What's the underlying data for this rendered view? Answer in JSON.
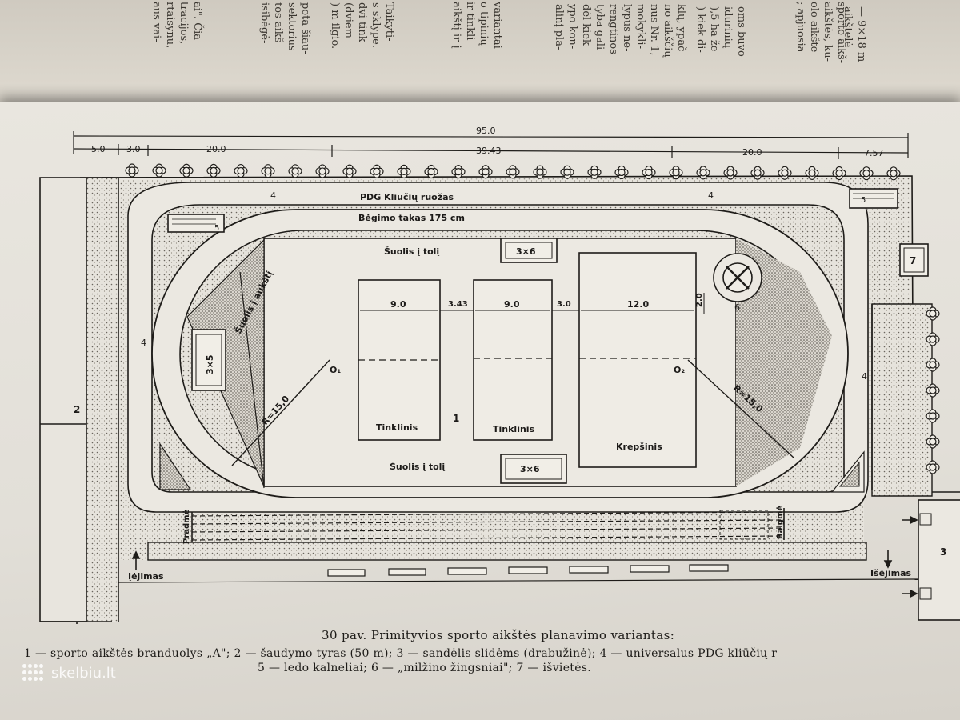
{
  "upper_page": {
    "columns": [
      {
        "text": "— 9×18 m\naikštelė"
      },
      {
        "text": "sporto aikš-\naikštės, ku-\nolo aikšte-\n; apjuosia"
      },
      {
        "text": "oms buvo\nidurinių\n),5 ha že-\n) kiek di-"
      },
      {
        "text": "klų, ypač\nno aikščių\nnus Nr. 1,\nmokykli-\nlypus ne-\nrengtinos\ntyba gali\ndėl kiek-\nypo kon-\nalinį pla-"
      },
      {
        "text": "variantai\no tipinių\nir tinkli-\naikštį ir į"
      },
      {
        "text": "Taikyti-\ns sklype.\ndvi tink-\n(dviem\n) m ilgio."
      },
      {
        "text": "pota šiau-\nsektorius\ntos aikš-\nisibėgė-"
      },
      {
        "text": "ai\". Čia\ntracijos,\nrtaisynu,\naus vai-"
      }
    ]
  },
  "plan": {
    "dimensions": {
      "total": "95.0",
      "d1": "5.0",
      "d2": "3.0",
      "d3": "20.0",
      "d4": "39.43",
      "d5": "20.0",
      "d6": "7.57",
      "court_w1": "9.0",
      "gap1": "3.43",
      "court_w2": "9.0",
      "gap2": "3.0",
      "court_w3": "12.0",
      "gap3": "2.0"
    },
    "labels": {
      "obstacle_top": "PDG Kliūčių ruožas",
      "running_track": "Bėgimo takas 175 cm",
      "long_jump_top": "Šuolis į tolį",
      "long_jump_bottom": "Šuolis į tolį",
      "high_jump": "Šuolis į aukštį",
      "pit_top": "3×6",
      "pit_bottom": "3×6",
      "pit_left": "3×5",
      "court1": "Tinklinis",
      "court2": "Tinklinis",
      "court3": "Krepšinis",
      "center_o1": "O₁",
      "center_o2": "O₂",
      "radius1": "R=15,0",
      "radius2": "R=15,0",
      "start": "Pradmė",
      "finish": "Baigmė",
      "entrance": "Įėjimas",
      "exit": "Išėjimas",
      "num1": "1",
      "num2": "2",
      "num3": "3",
      "num4_a": "4",
      "num4_b": "4",
      "num4_c": "4",
      "num4_d": "4",
      "num5_a": "5",
      "num5_b": "5",
      "num6": "6",
      "num7": "7"
    }
  },
  "caption": {
    "title": "30 pav. Primityvios sporto aikštės planavimo variantas:",
    "line1": "1 — sporto aikštės branduolys „A\"; 2 — šaudymo tyras (50 m); 3 — sandėlis slidėms (drabužinė); 4 — universalus PDG kliūčių r",
    "line2": "5 — ledo kalneliai; 6 — „milžino žingsniai\"; 7 — išvietės."
  },
  "watermark": {
    "text": "skelbiu.lt"
  }
}
